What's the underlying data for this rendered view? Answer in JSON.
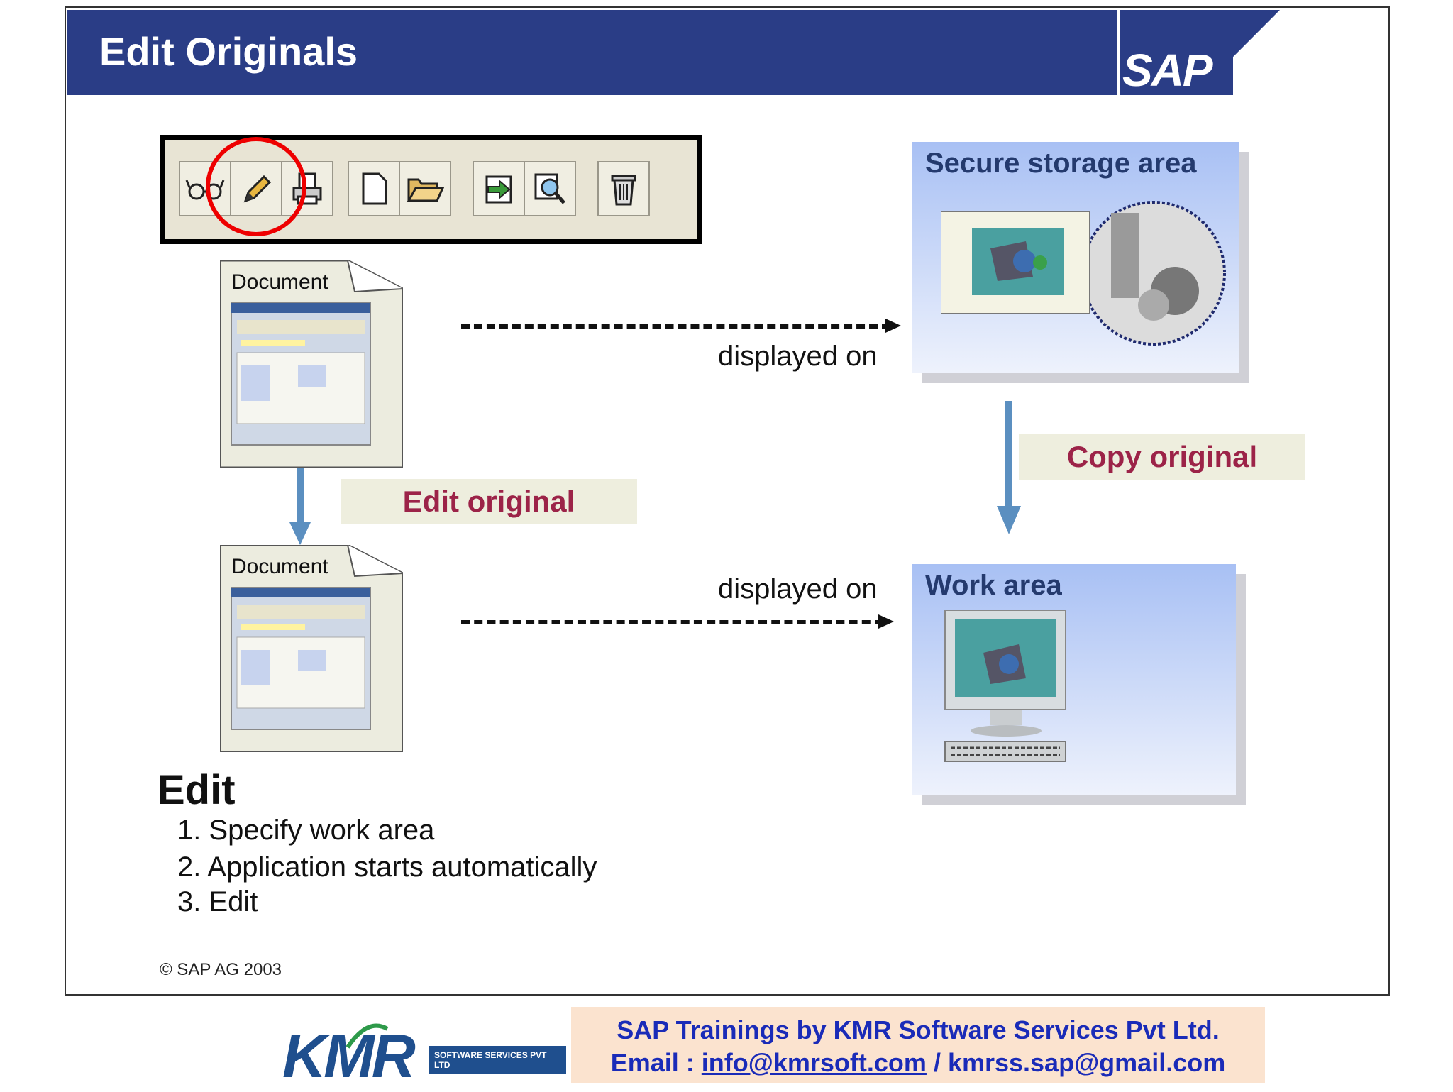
{
  "header": {
    "title": "Edit Originals",
    "logo": "SAP"
  },
  "toolbar": {
    "icons": [
      "glasses-icon",
      "pencil-icon",
      "printer-icon",
      "new-document-icon",
      "open-folder-icon",
      "export-icon",
      "search-icon",
      "trash-icon"
    ],
    "highlighted": "pencil-icon"
  },
  "documents": {
    "top_label": "Document",
    "bottom_label": "Document"
  },
  "flow": {
    "displayed_on_top": "displayed on",
    "displayed_on_bottom": "displayed on",
    "edit_original": "Edit original",
    "copy_original": "Copy original"
  },
  "areas": {
    "secure": "Secure storage area",
    "work": "Work area"
  },
  "edit": {
    "heading": "Edit",
    "steps": [
      "1. Specify work area",
      "2. Application starts automatically",
      "3. Edit"
    ]
  },
  "copyright": "©  SAP AG 2003",
  "footer": {
    "line1": "SAP Trainings by KMR Software Services Pvt Ltd.",
    "email_prefix": "Email : ",
    "email1": "info@kmrsoft.com",
    "separator": " / ",
    "email2": "kmrss.sap@gmail.com",
    "logo_text": "KMR",
    "logo_tagline": "SOFTWARE SERVICES PVT LTD"
  },
  "colors": {
    "header_band": "#2a3d86",
    "label_text": "#9c2348",
    "arrow_blue": "#5b8fc0",
    "footer_text": "#1a2bb8",
    "highlight_circle": "#e00000"
  }
}
